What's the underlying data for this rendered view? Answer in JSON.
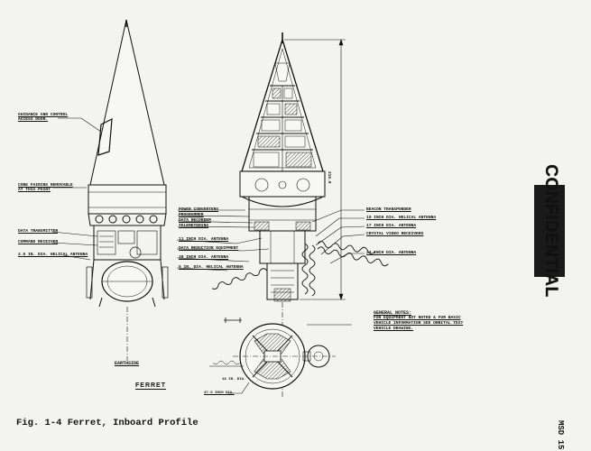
{
  "left_labels": [
    {
      "id": "guidance",
      "lines": [
        "GUIDANCE AND CONTROL",
        "ACCESS DOOR."
      ]
    },
    {
      "id": "cone",
      "lines": [
        "CONE FAIRING REMOVABLE",
        "AT THIS POINT"
      ]
    },
    {
      "id": "data_tx",
      "lines": [
        "DATA TRANSMITTER"
      ]
    },
    {
      "id": "cmd_rx",
      "lines": [
        "COMMAND RECEIVER"
      ]
    },
    {
      "id": "helical_left",
      "lines": [
        "2.5 IN. DIA. HELICAL ANTENNA"
      ]
    }
  ],
  "center_labels": [
    "POWER CONVERTERS",
    "PROGRAMMER",
    "DATA RECORDER",
    "TELEMETERING",
    "11 INCH DIA. ANTENNA",
    "DATA REDUCTION EQUIPMENT",
    "38 INCH DIA. ANTENNA",
    "5 IN. DIA. HELICAL ANTENNA"
  ],
  "right_labels": [
    "BEACON TRANSPONDER",
    "10 INCH DIA. HELICAL ANTENNA",
    "17 INCH DIA. ANTENNA",
    "CRYSTAL VIDEO RECEIVERS",
    "24 INCH DIA. ANTENNA"
  ],
  "general_notes": {
    "title": "GENERAL NOTES:",
    "lines": [
      "FOR EQUIPMENT NOT NOTED & FOR BASIC",
      "VEHICLE INFORMATION SEE ORBITAL TEST",
      "VEHICLE DRAWING."
    ]
  },
  "dimension_label": "216.0",
  "earthside_label": "EARTHSIDE",
  "ferret_label": "FERRET",
  "small_bottom": [
    "18 IN. DIA.",
    "47.0 INCH DIA."
  ],
  "caption": "Fig. 1-4  Ferret, Inboard Profile",
  "stamp": "CONFIDENTIAL",
  "side_id": "MSD 15"
}
